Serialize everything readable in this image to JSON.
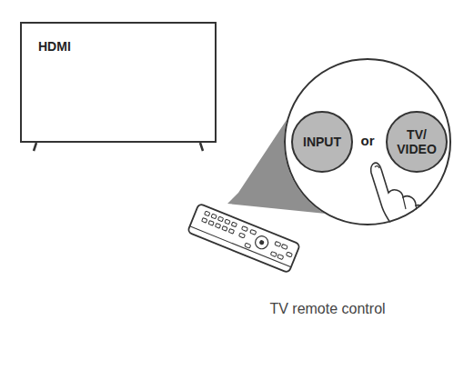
{
  "diagram": {
    "caption": "TV remote control",
    "nodes": [
      {
        "text": [
          "HDMI"
        ]
      },
      {
        "text": [
          "or"
        ]
      },
      {
        "text": [
          "INPUT"
        ],
        "in": 1
      },
      {
        "text": [
          "TV/ VIDEO"
        ],
        "in": 1
      }
    ]
  }
}
